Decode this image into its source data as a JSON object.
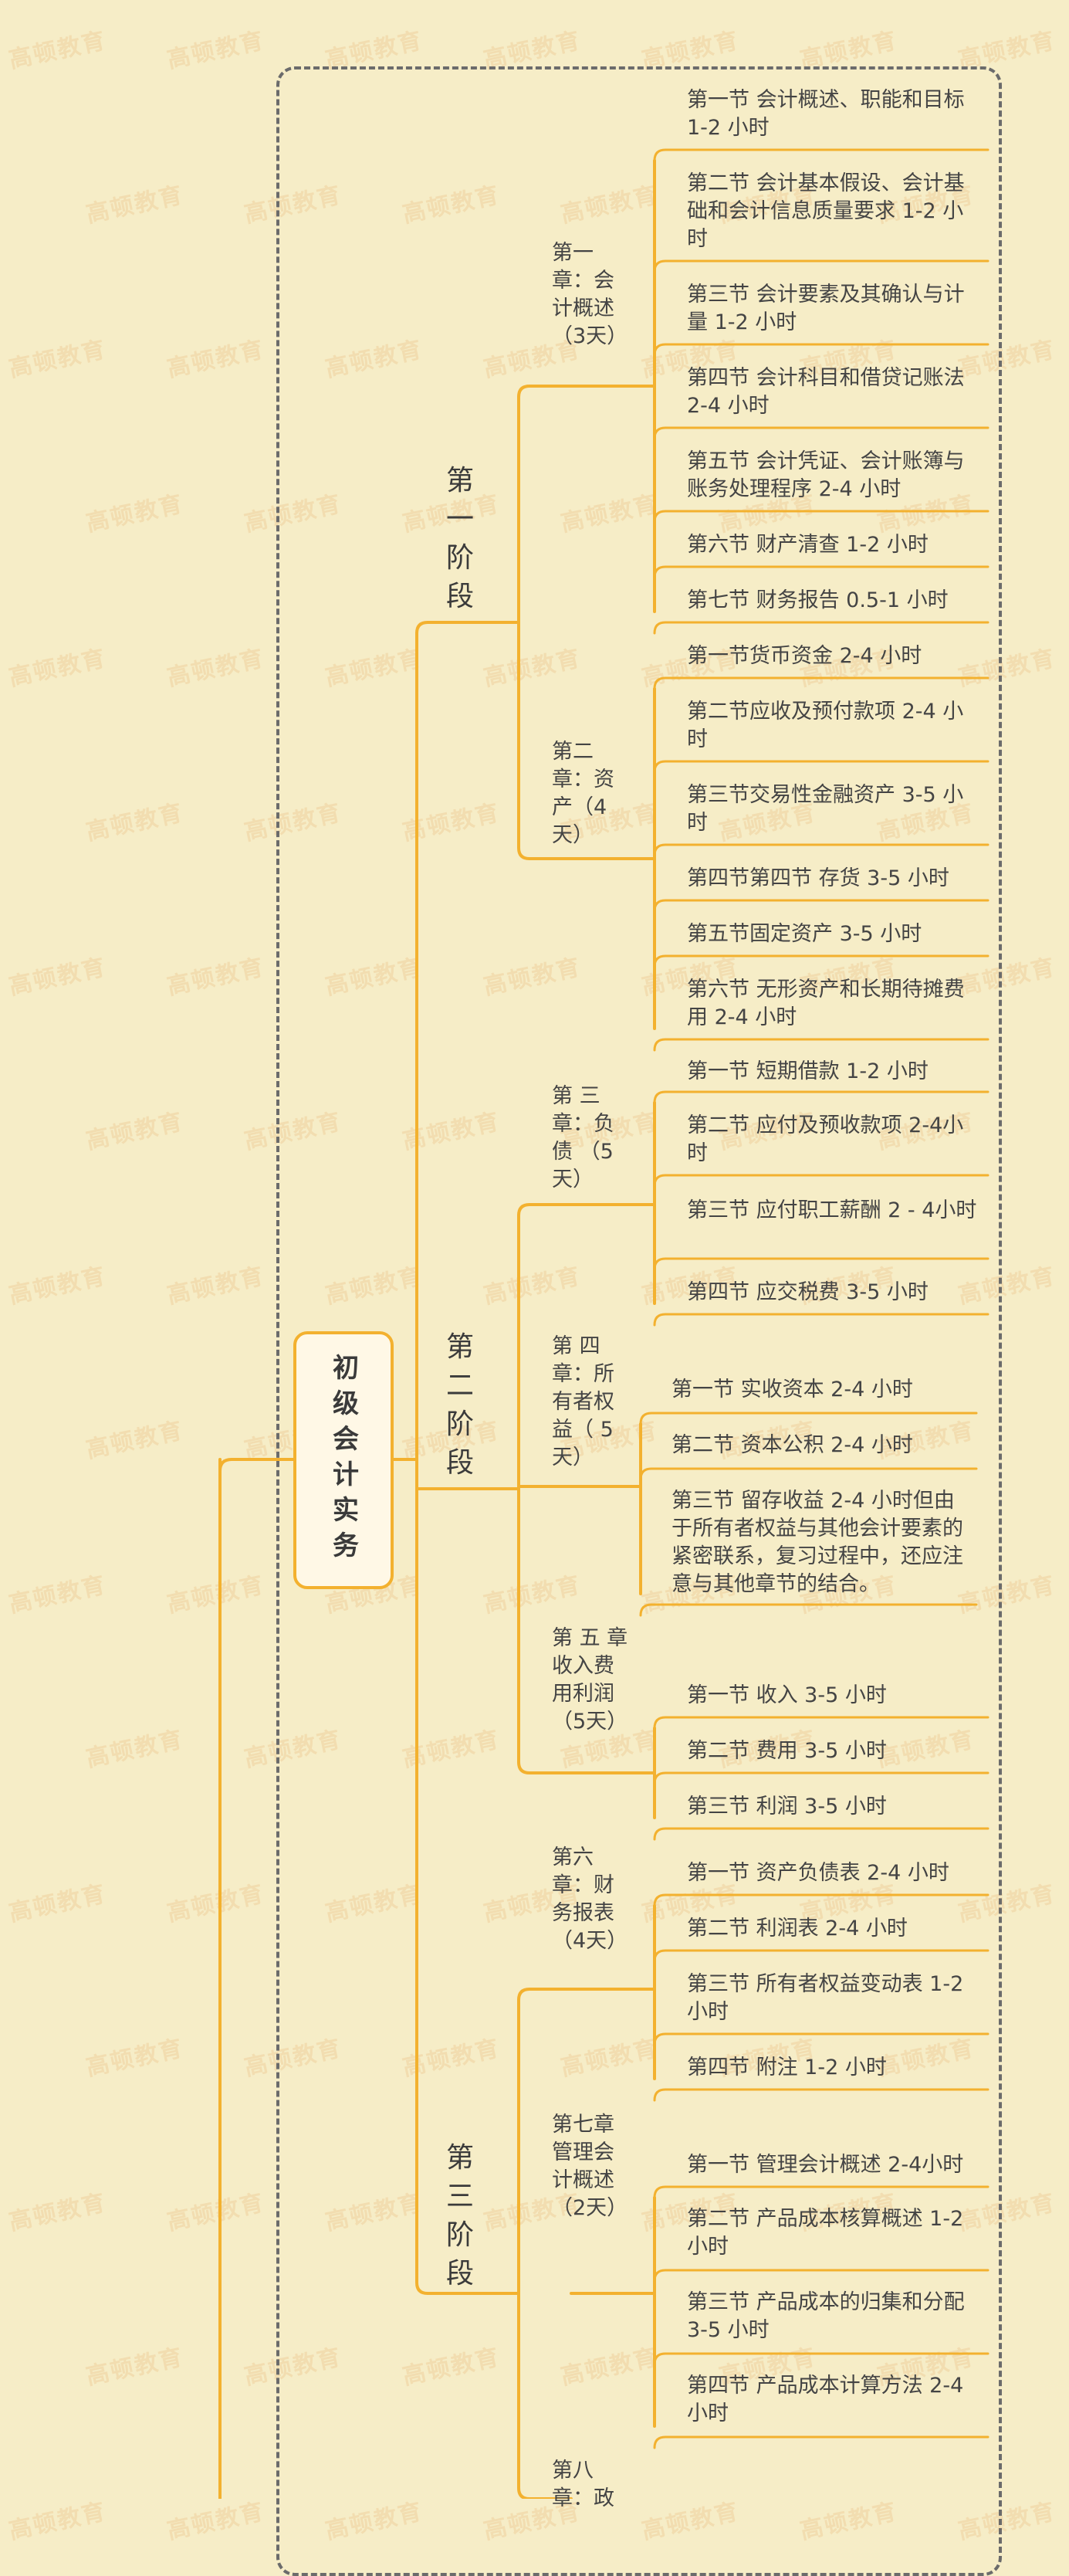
{
  "root": {
    "label": "初级会计实务"
  },
  "stages": [
    "第一阶段",
    "第二阶段",
    "第三阶段"
  ],
  "chapters": [
    {
      "label": "第一章：会计概述（3天）",
      "sections": [
        "第一节 会计概述、职能和目标 1-2 小时",
        "第二节 会计基本假设、会计基 础和会计信息质量要求 1-2 小时",
        "第三节 会计要素及其确认与计量 1-2 小时",
        "第四节 会计科目和借贷记账法 2-4 小时",
        "第五节 会计凭证、会计账簿与账务处理程序 2-4 小时",
        "第六节 财产清查 1-2 小时",
        "第七节 财务报告 0.5-1 小时"
      ]
    },
    {
      "label": "第二章：资产（4天）",
      "sections": [
        "第一节货币资金 2-4 小时",
        "第二节应收及预付款项 2-4 小时",
        "第三节交易性金融资产 3-5 小时",
        "第四节第四节 存货 3-5 小时",
        "第五节固定资产 3-5 小时",
        "第六节 无形资产和长期待摊费用 2-4 小时"
      ]
    },
    {
      "label": "第 三 章：负 债 （5天）",
      "sections": [
        "第一节 短期借款 1-2 小时",
        "第二节 应付及预收款项 2-4小时",
        "第三节  应付职工薪酬 2 - 4小时",
        "第四节 应交税费 3-5 小时"
      ]
    },
    {
      "label": "第 四 章：所有者权益（ 5天）",
      "sections": [
        "第一节 实收资本 2-4 小时",
        "第二节 资本公积 2-4 小时",
        "第三节 留存收益 2-4 小时但由于所有者权益与其他会计要素的紧密联系，复习过程中，还应注意与其他章节的结合。"
      ]
    },
    {
      "label": "第 五 章收入费用利润 （5天）",
      "sections": [
        "第一节 收入 3-5 小时",
        "第二节 费用 3-5 小时",
        "第三节 利润 3-5 小时"
      ]
    },
    {
      "label": "第六章：财务报表（4天）",
      "sections": [
        "第一节 资产负债表 2-4 小时",
        "第二节 利润表 2-4 小时",
        "第三节 所有者权益变动表 1-2 小时",
        "第四节 附注 1-2 小时"
      ]
    },
    {
      "label": "第七章管理会计概述 （2天）",
      "sections": [
        "第一节 管理会计概述 2-4小时",
        "第二节 产品成本核算概述 1-2 小时",
        "第三节 产品成本的归集和分配 3-5 小时",
        "第四节 产品成本计算方法 2-4 小时"
      ]
    },
    {
      "label": "第八章：政",
      "sections": []
    }
  ],
  "watermark": "高顿教育",
  "colors": {
    "background": "#f6edc7",
    "branch": "#f3b12f",
    "frame": "#6b6b6b",
    "text": "#444444"
  }
}
